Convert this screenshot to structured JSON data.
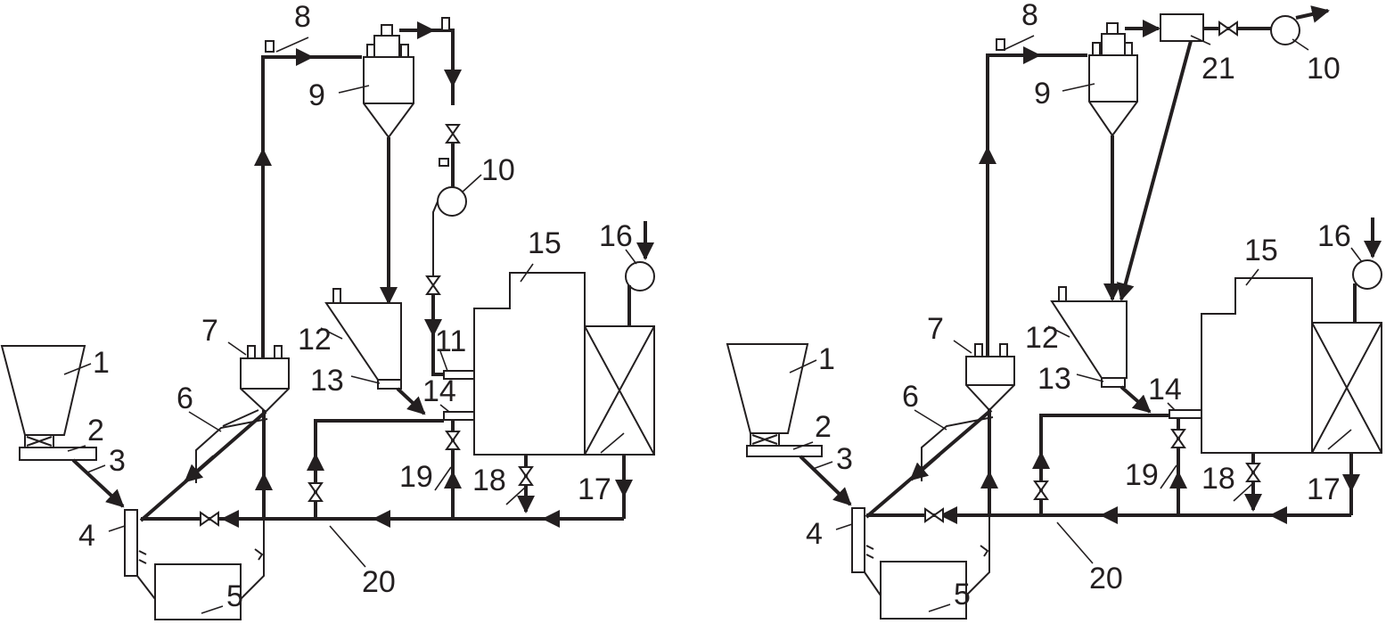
{
  "colors": {
    "ink": "#231f20",
    "background": "#ffffff"
  },
  "diagram": {
    "left": {
      "labels": {
        "n1": "1",
        "n2": "2",
        "n3": "3",
        "n4": "4",
        "n5": "5",
        "n6": "6",
        "n7": "7",
        "n8": "8",
        "n9": "9",
        "n10": "10",
        "n11": "11",
        "n12": "12",
        "n13": "13",
        "n14": "14",
        "n15": "15",
        "n16": "16",
        "n17": "17",
        "n18": "18",
        "n19": "19",
        "n20": "20"
      }
    },
    "right": {
      "labels": {
        "n1": "1",
        "n2": "2",
        "n3": "3",
        "n4": "4",
        "n5": "5",
        "n6": "6",
        "n7": "7",
        "n8": "8",
        "n9": "9",
        "n10": "10",
        "n12": "12",
        "n13": "13",
        "n14": "14",
        "n15": "15",
        "n16": "16",
        "n17": "17",
        "n18": "18",
        "n19": "19",
        "n20": "20",
        "n21": "21"
      }
    }
  }
}
